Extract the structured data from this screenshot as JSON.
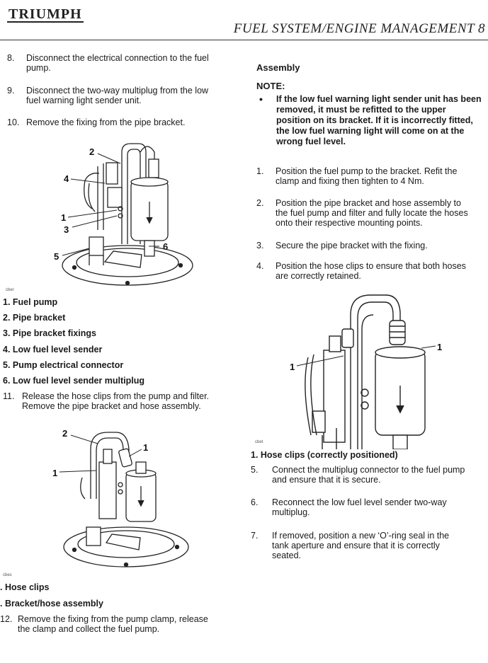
{
  "header": {
    "logo": "TRIUMPH",
    "title": "FUEL SYSTEM/ENGINE MANAGEMENT 8"
  },
  "left": {
    "steps_top": [
      {
        "num": "8.",
        "text": [
          "Disconnect the electrical connection to the fuel",
          "pump."
        ]
      },
      {
        "num": "9.",
        "text": [
          "Disconnect the two-way multiplug from the low",
          "fuel warning light sender unit."
        ]
      },
      {
        "num": "10.",
        "text": [
          "Remove the fixing from the pipe bracket."
        ]
      }
    ],
    "figure1": {
      "code": "cber",
      "callouts": [
        "2",
        "4",
        "1",
        "3",
        "6",
        "5"
      ]
    },
    "legend1": [
      "1. Fuel pump",
      "2. Pipe bracket",
      "3. Pipe bracket fixings",
      "4. Low fuel level sender",
      "5. Pump electrical connector",
      "6. Low fuel level sender multiplug"
    ],
    "step11": {
      "num": "11.",
      "text": [
        "Release the hose clips from the pump and filter.",
        "Remove the pipe bracket and hose assembly."
      ]
    },
    "figure2": {
      "code": "cbes",
      "callouts": [
        "2",
        "1",
        "1"
      ]
    },
    "legend2": [
      ". Hose clips",
      ". Bracket/hose assembly"
    ],
    "step12": {
      "num": "12.",
      "text": [
        "Remove the fixing from the pump clamp, release",
        "the clamp and collect the fuel pump."
      ]
    }
  },
  "right": {
    "assembly_heading": "Assembly",
    "note_heading": "NOTE:",
    "note_bullet": "•",
    "note_lines": [
      "If the low fuel warning light sender unit has been",
      "removed, it must be refitted to the upper",
      "position on its bracket. If it is incorrectly fitted,",
      "the low fuel warning light will come on at the",
      "wrong fuel level."
    ],
    "steps": [
      {
        "num": "1.",
        "text": [
          "Position the fuel pump to the bracket.  Refit the",
          "clamp and fixing then tighten to 4 Nm."
        ]
      },
      {
        "num": "2.",
        "text": [
          "Position the pipe bracket and hose assembly to",
          "the fuel pump and filter and fully locate the hoses",
          "onto their respective mounting points."
        ]
      },
      {
        "num": "3.",
        "text": [
          "Secure the pipe bracket with the fixing."
        ]
      },
      {
        "num": "4.",
        "text": [
          "Position the hose clips to ensure that both hoses",
          "are correctly retained."
        ]
      }
    ],
    "figure3": {
      "code": "cbet",
      "callouts": [
        "1",
        "1"
      ]
    },
    "legend3": "1. Hose clips (correctly positioned)",
    "steps2": [
      {
        "num": "5.",
        "text": [
          "Connect the multiplug connector to the fuel pump",
          "and ensure that it is secure."
        ]
      },
      {
        "num": "6.",
        "text": [
          "Reconnect the low fuel level sender two-way",
          "multiplug."
        ]
      },
      {
        "num": "7.",
        "text": [
          "If removed, position a new ‘O’-ring seal in the",
          "tank aperture and ensure that it is correctly",
          "seated."
        ]
      }
    ]
  }
}
